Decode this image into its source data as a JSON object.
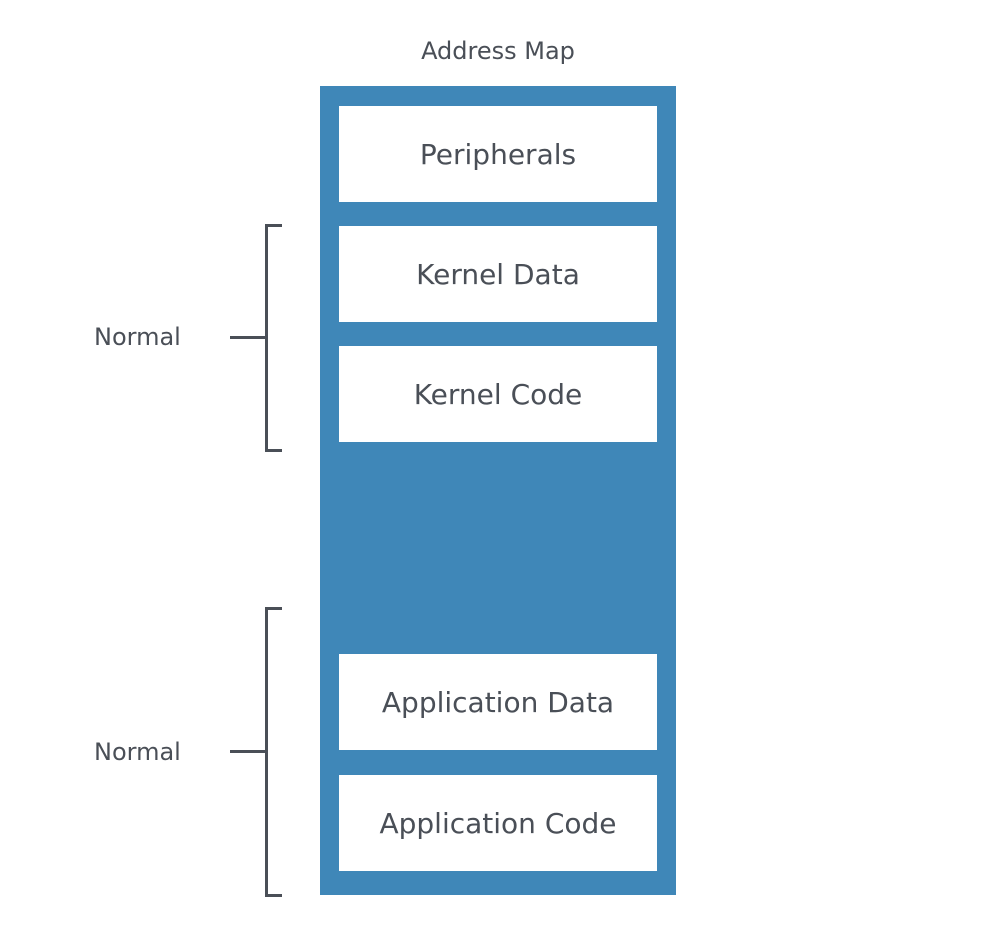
{
  "title": "Address Map",
  "colors": {
    "map_fill": "#3f87b8",
    "region_fill": "#ffffff",
    "text": "#4a4f57"
  },
  "regions": [
    {
      "label": "Peripherals"
    },
    {
      "label": "Kernel Data"
    },
    {
      "label": "Kernel Code"
    },
    {
      "label": "Application Data"
    },
    {
      "label": "Application Code"
    }
  ],
  "groups": [
    {
      "label": "Normal"
    },
    {
      "label": "Normal"
    }
  ]
}
